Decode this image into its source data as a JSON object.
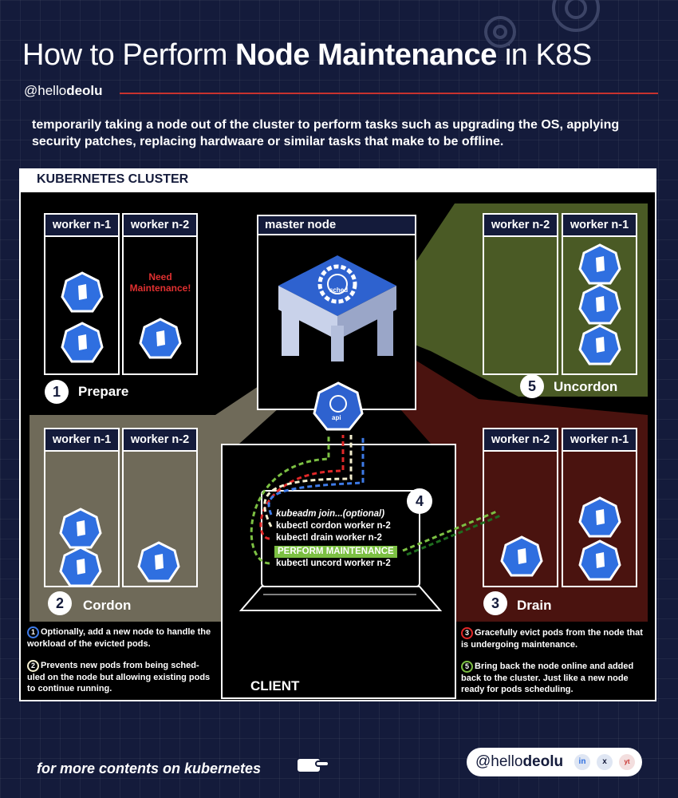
{
  "header": {
    "title_pre": "How to Perform ",
    "title_bold": "Node Maintenance",
    "title_post": " in K8S",
    "handle_pre": "@hello",
    "handle_bold": "deolu",
    "subtitle": "temporarily taking a node out of the cluster to perform tasks such as upgrading the OS, applying security patches, replacing hardwaare or similar tasks that make to be offline."
  },
  "cluster": {
    "label": "KUBERNETES CLUSTER",
    "master_label": "master node",
    "scheduler_label": "sched",
    "api_label": "api",
    "client_label": "CLIENT"
  },
  "panels": {
    "prepare": {
      "step": "1",
      "label": "Prepare",
      "worker1": "worker n-1",
      "worker2": "worker n-2",
      "warning": "Need Maintenance!"
    },
    "cordon": {
      "step": "2",
      "label": "Cordon",
      "worker1": "worker n-1",
      "worker2": "worker n-2"
    },
    "drain": {
      "step": "3",
      "label": "Drain",
      "worker1": "worker n-2",
      "worker2": "worker n-1"
    },
    "uncordon": {
      "step": "5",
      "label": "Uncordon",
      "worker1": "worker n-2",
      "worker2": "worker n-1"
    }
  },
  "client": {
    "step": "4",
    "commands": [
      "kubeadm join...(optional)",
      "kubectl cordon worker n-2",
      "kubectl drain worker n-2",
      "PERFORM MAINTENANCE",
      "kubectl uncord worker n-2"
    ]
  },
  "notes": {
    "left": [
      {
        "num": "1",
        "text": "Optionally, add a new node to handle the workload of the evicted pods."
      },
      {
        "num": "2",
        "text": "Prevents new pods from being sched- uled on the node but allowing existing pods to continue running."
      }
    ],
    "right": [
      {
        "num": "3",
        "text": "Gracefully evict pods from the node that is undergoing maintenance."
      },
      {
        "num": "5",
        "text": "Bring back the node online and added back to the cluster. Just like a new node ready for pods scheduling."
      }
    ]
  },
  "footer": {
    "text": "for more contents on kubernetes",
    "handle_pre": "@hello",
    "handle_bold": "deolu",
    "social": [
      "in",
      "x",
      "yt"
    ]
  },
  "colors": {
    "background": "#141b3b",
    "accent_red": "#c7322e",
    "cordon_panel": "#6f6a59",
    "drain_panel": "#4a130f",
    "uncordon_panel": "#4a5a25",
    "client_panel": "#3a2a66",
    "pod_blue": "#2f6fe0",
    "green_cmd": "#7cc043"
  }
}
